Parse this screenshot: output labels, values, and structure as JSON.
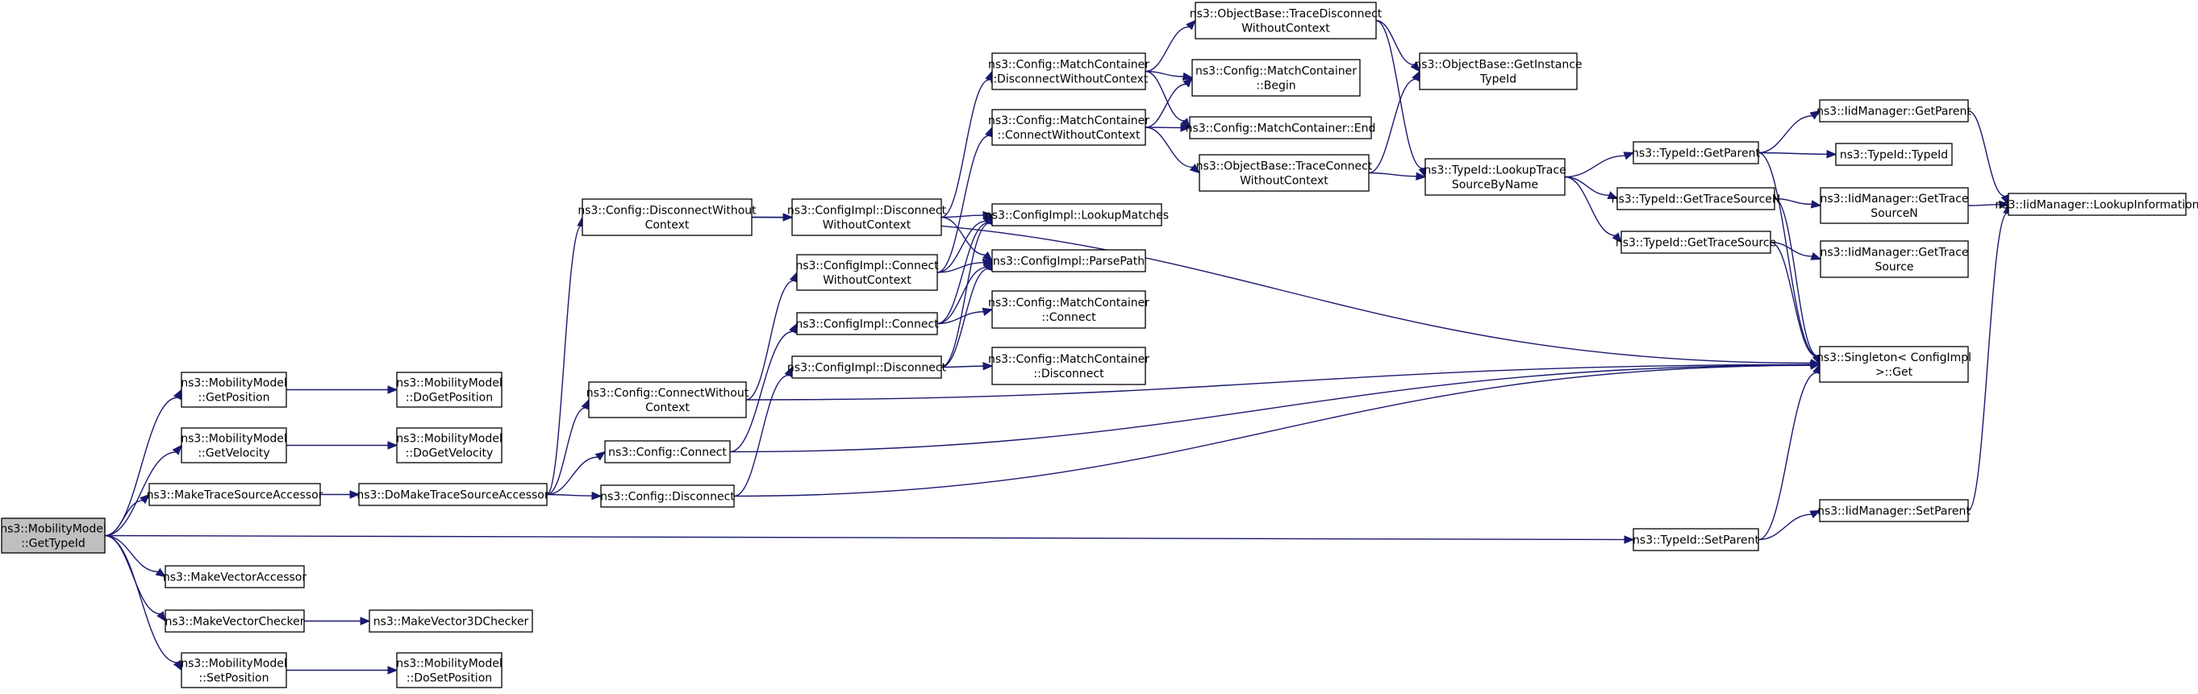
{
  "graph": {
    "nodes": [
      {
        "id": "root",
        "lines": [
          "ns3::MobilityModel",
          "::GetTypeId"
        ]
      },
      {
        "id": "getPosition",
        "lines": [
          "ns3::MobilityModel",
          "::GetPosition"
        ]
      },
      {
        "id": "getVelocity",
        "lines": [
          "ns3::MobilityModel",
          "::GetVelocity"
        ]
      },
      {
        "id": "makeTSA",
        "lines": [
          "ns3::MakeTraceSourceAccessor"
        ]
      },
      {
        "id": "makeVectorAccessor",
        "lines": [
          "ns3::MakeVectorAccessor"
        ]
      },
      {
        "id": "makeVectorChecker",
        "lines": [
          "ns3::MakeVectorChecker"
        ]
      },
      {
        "id": "setPosition",
        "lines": [
          "ns3::MobilityModel",
          "::SetPosition"
        ]
      },
      {
        "id": "doGetPosition",
        "lines": [
          "ns3::MobilityModel",
          "::DoGetPosition"
        ]
      },
      {
        "id": "doGetVelocity",
        "lines": [
          "ns3::MobilityModel",
          "::DoGetVelocity"
        ]
      },
      {
        "id": "doMakeTSA",
        "lines": [
          "ns3::DoMakeTraceSourceAccessor"
        ]
      },
      {
        "id": "makeVector3D",
        "lines": [
          "ns3::MakeVector3DChecker"
        ]
      },
      {
        "id": "doSetPosition",
        "lines": [
          "ns3::MobilityModel",
          "::DoSetPosition"
        ]
      },
      {
        "id": "cfgDisconnectWC",
        "lines": [
          "ns3::Config::DisconnectWithout",
          "Context"
        ]
      },
      {
        "id": "cfgConnectWC",
        "lines": [
          "ns3::Config::ConnectWithout",
          "Context"
        ]
      },
      {
        "id": "cfgConnect",
        "lines": [
          "ns3::Config::Connect"
        ]
      },
      {
        "id": "cfgDisconnect",
        "lines": [
          "ns3::Config::Disconnect"
        ]
      },
      {
        "id": "implDisconnectWC",
        "lines": [
          "ns3::ConfigImpl::Disconnect",
          "WithoutContext"
        ]
      },
      {
        "id": "implConnectWC",
        "lines": [
          "ns3::ConfigImpl::Connect",
          "WithoutContext"
        ]
      },
      {
        "id": "implConnect",
        "lines": [
          "ns3::ConfigImpl::Connect"
        ]
      },
      {
        "id": "implDisconnect",
        "lines": [
          "ns3::ConfigImpl::Disconnect"
        ]
      },
      {
        "id": "mcDisconnectWC",
        "lines": [
          "ns3::Config::MatchContainer",
          "::DisconnectWithoutContext"
        ]
      },
      {
        "id": "mcConnectWC",
        "lines": [
          "ns3::Config::MatchContainer",
          "::ConnectWithoutContext"
        ]
      },
      {
        "id": "lookupMatches",
        "lines": [
          "ns3::ConfigImpl::LookupMatches"
        ]
      },
      {
        "id": "parsePath",
        "lines": [
          "ns3::ConfigImpl::ParsePath"
        ]
      },
      {
        "id": "mcConnect",
        "lines": [
          "ns3::Config::MatchContainer",
          "::Connect"
        ]
      },
      {
        "id": "mcDisconnect",
        "lines": [
          "ns3::Config::MatchContainer",
          "::Disconnect"
        ]
      },
      {
        "id": "obTraceDisconnectWC",
        "lines": [
          "ns3::ObjectBase::TraceDisconnect",
          "WithoutContext"
        ]
      },
      {
        "id": "mcBegin",
        "lines": [
          "ns3::Config::MatchContainer",
          "::Begin"
        ]
      },
      {
        "id": "mcEnd",
        "lines": [
          "ns3::Config::MatchContainer::End"
        ]
      },
      {
        "id": "obTraceConnectWC",
        "lines": [
          "ns3::ObjectBase::TraceConnect",
          "WithoutContext"
        ]
      },
      {
        "id": "obGetInstanceTypeId",
        "lines": [
          "ns3::ObjectBase::GetInstance",
          "TypeId"
        ]
      },
      {
        "id": "lookupTraceSource",
        "lines": [
          "ns3::TypeId::LookupTrace",
          "SourceByName"
        ]
      },
      {
        "id": "tidGetParent",
        "lines": [
          "ns3::TypeId::GetParent"
        ]
      },
      {
        "id": "tidGetTraceSourceN",
        "lines": [
          "ns3::TypeId::GetTraceSourceN"
        ]
      },
      {
        "id": "tidGetTraceSource",
        "lines": [
          "ns3::TypeId::GetTraceSource"
        ]
      },
      {
        "id": "tidSetParent",
        "lines": [
          "ns3::TypeId::SetParent"
        ]
      },
      {
        "id": "iidGetParent",
        "lines": [
          "ns3::IidManager::GetParent"
        ]
      },
      {
        "id": "tidTypeId",
        "lines": [
          "ns3::TypeId::TypeId"
        ]
      },
      {
        "id": "iidGetTraceSourceN",
        "lines": [
          "ns3::IidManager::GetTrace",
          "SourceN"
        ]
      },
      {
        "id": "iidGetTraceSource",
        "lines": [
          "ns3::IidManager::GetTrace",
          "Source"
        ]
      },
      {
        "id": "singletonGet",
        "lines": [
          "ns3::Singleton< ConfigImpl",
          " >::Get"
        ]
      },
      {
        "id": "iidSetParent",
        "lines": [
          "ns3::IidManager::SetParent"
        ]
      },
      {
        "id": "iidLookupInformation",
        "lines": [
          "ns3::IidManager::LookupInformation"
        ]
      }
    ],
    "edges": [
      [
        "root",
        "getPosition"
      ],
      [
        "root",
        "getVelocity"
      ],
      [
        "root",
        "makeTSA"
      ],
      [
        "root",
        "tidSetParent"
      ],
      [
        "root",
        "makeVectorAccessor"
      ],
      [
        "root",
        "makeVectorChecker"
      ],
      [
        "root",
        "setPosition"
      ],
      [
        "getPosition",
        "doGetPosition"
      ],
      [
        "getVelocity",
        "doGetVelocity"
      ],
      [
        "makeTSA",
        "doMakeTSA"
      ],
      [
        "makeVectorChecker",
        "makeVector3D"
      ],
      [
        "setPosition",
        "doSetPosition"
      ],
      [
        "doMakeTSA",
        "cfgDisconnectWC"
      ],
      [
        "doMakeTSA",
        "cfgConnectWC"
      ],
      [
        "doMakeTSA",
        "cfgConnect"
      ],
      [
        "doMakeTSA",
        "cfgDisconnect"
      ],
      [
        "cfgDisconnectWC",
        "implDisconnectWC"
      ],
      [
        "cfgDisconnectWC",
        "singletonGet"
      ],
      [
        "cfgConnectWC",
        "implConnectWC"
      ],
      [
        "cfgConnectWC",
        "singletonGet"
      ],
      [
        "cfgConnect",
        "implConnect"
      ],
      [
        "cfgConnect",
        "singletonGet"
      ],
      [
        "cfgDisconnect",
        "implDisconnect"
      ],
      [
        "cfgDisconnect",
        "singletonGet"
      ],
      [
        "implDisconnectWC",
        "mcDisconnectWC"
      ],
      [
        "implDisconnectWC",
        "lookupMatches"
      ],
      [
        "implDisconnectWC",
        "parsePath"
      ],
      [
        "implConnectWC",
        "mcConnectWC"
      ],
      [
        "implConnectWC",
        "lookupMatches"
      ],
      [
        "implConnectWC",
        "parsePath"
      ],
      [
        "implConnect",
        "lookupMatches"
      ],
      [
        "implConnect",
        "parsePath"
      ],
      [
        "implConnect",
        "mcConnect"
      ],
      [
        "implDisconnect",
        "lookupMatches"
      ],
      [
        "implDisconnect",
        "parsePath"
      ],
      [
        "implDisconnect",
        "mcDisconnect"
      ],
      [
        "mcDisconnectWC",
        "obTraceDisconnectWC"
      ],
      [
        "mcDisconnectWC",
        "mcBegin"
      ],
      [
        "mcDisconnectWC",
        "mcEnd"
      ],
      [
        "mcConnectWC",
        "mcBegin"
      ],
      [
        "mcConnectWC",
        "mcEnd"
      ],
      [
        "mcConnectWC",
        "obTraceConnectWC"
      ],
      [
        "obTraceDisconnectWC",
        "obGetInstanceTypeId"
      ],
      [
        "obTraceDisconnectWC",
        "lookupTraceSource"
      ],
      [
        "obTraceConnectWC",
        "obGetInstanceTypeId"
      ],
      [
        "obTraceConnectWC",
        "lookupTraceSource"
      ],
      [
        "lookupTraceSource",
        "tidGetParent"
      ],
      [
        "lookupTraceSource",
        "tidGetTraceSourceN"
      ],
      [
        "lookupTraceSource",
        "tidGetTraceSource"
      ],
      [
        "tidGetParent",
        "iidGetParent"
      ],
      [
        "tidGetParent",
        "tidTypeId"
      ],
      [
        "tidGetParent",
        "singletonGet"
      ],
      [
        "tidGetTraceSourceN",
        "iidGetTraceSourceN"
      ],
      [
        "tidGetTraceSourceN",
        "singletonGet"
      ],
      [
        "tidGetTraceSource",
        "iidGetTraceSource"
      ],
      [
        "tidGetTraceSource",
        "singletonGet"
      ],
      [
        "tidSetParent",
        "iidSetParent"
      ],
      [
        "tidSetParent",
        "singletonGet"
      ],
      [
        "iidGetParent",
        "iidLookupInformation"
      ],
      [
        "iidGetTraceSourceN",
        "iidLookupInformation"
      ],
      [
        "iidSetParent",
        "iidLookupInformation"
      ]
    ],
    "colors": {
      "edge": "#191970",
      "root_fill": "#bfbfbf",
      "node_fill": "#ffffff",
      "node_stroke": "#000000"
    }
  }
}
